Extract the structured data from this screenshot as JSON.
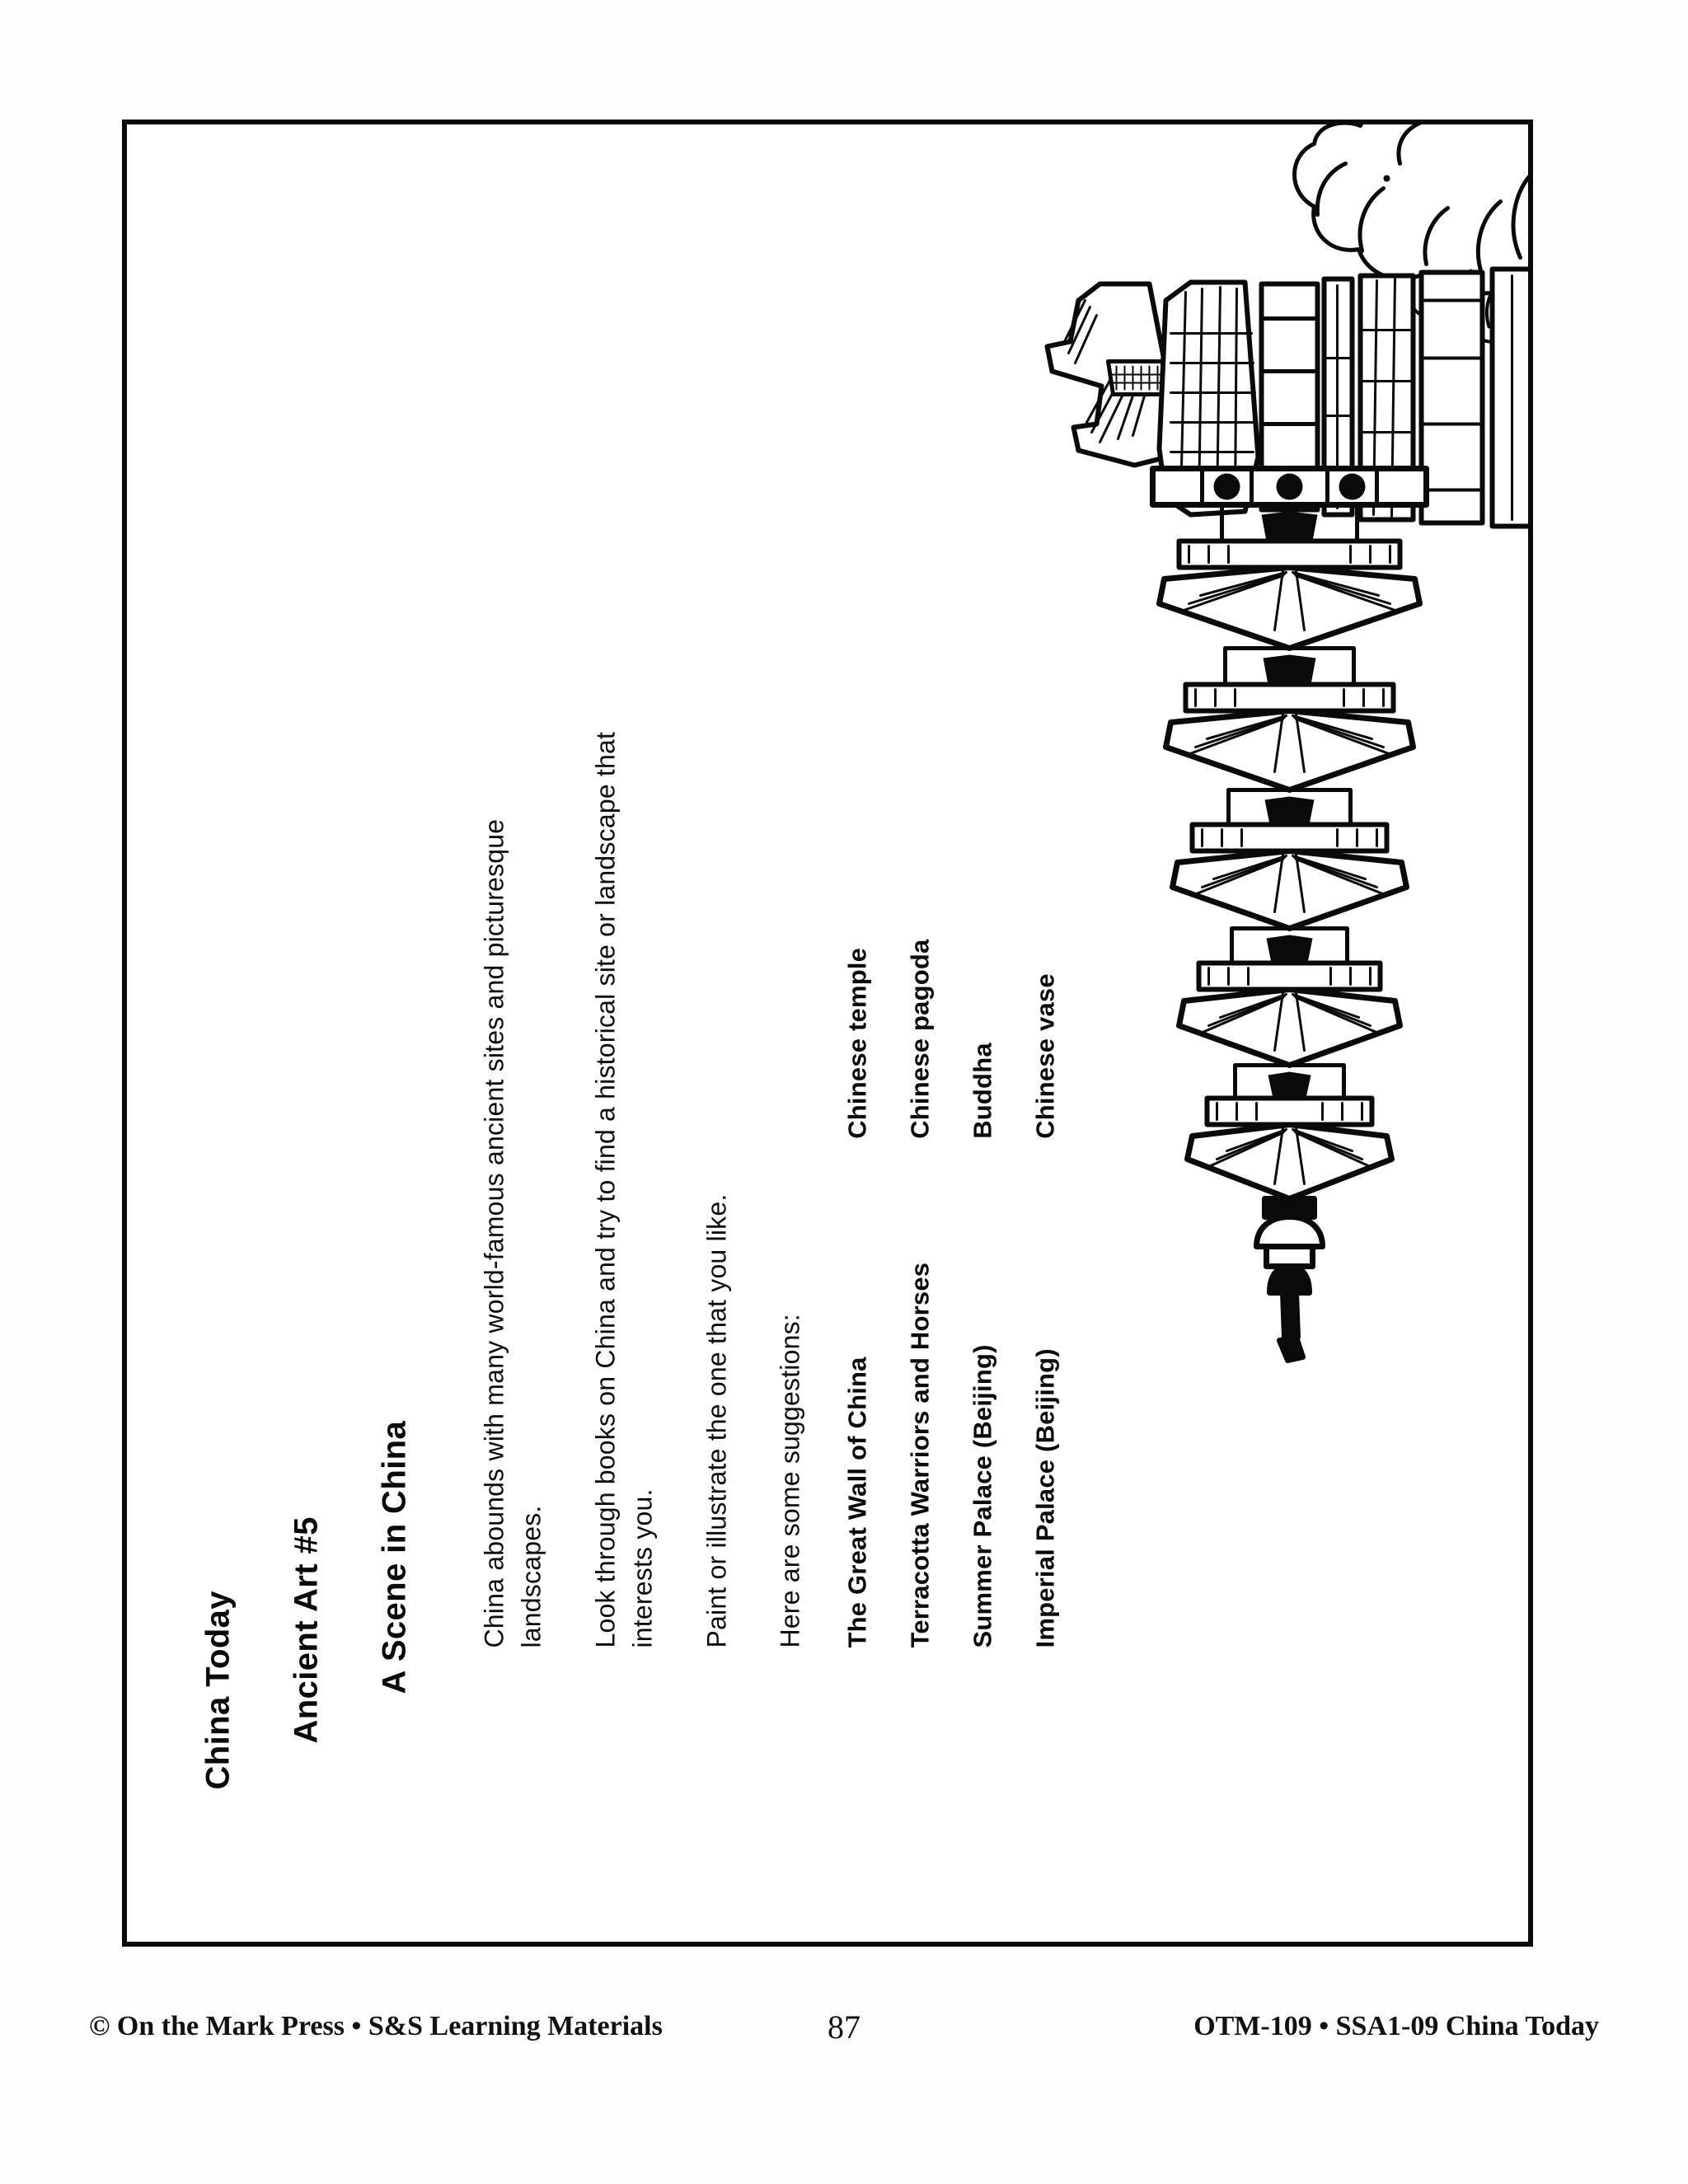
{
  "page": {
    "unit_title": "China Today",
    "activity_number": "Ancient Art #5",
    "activity_title": "A Scene in China"
  },
  "instructions": {
    "paragraph_1": "China abounds with many world-famous ancient sites and picturesque landscapes.",
    "paragraph_2": "Look through books on China and try to find a historical site or landscape that interests you.",
    "paragraph_3": "Paint or illustrate the one that you like.",
    "lead_in": "Here are some suggestions:"
  },
  "suggestions": {
    "column_left": [
      "The Great Wall of China",
      "Terracotta Warriors and Horses",
      "Summer Palace (Beijing)",
      "Imperial Palace (Beijing)"
    ],
    "column_right": [
      "Chinese temple",
      "Chinese pagoda",
      "Buddha",
      "Chinese vase"
    ]
  },
  "illustration": {
    "caption": "line drawing of a multi-tiered Chinese pagoda with temple hall and trees"
  },
  "footer": {
    "left": "© On the Mark Press • S&S Learning Materials",
    "page_number": "87",
    "right": "OTM-109 • SSA1-09 China Today"
  },
  "colors": {
    "ink": "#0a0a0a",
    "paper": "#ffffff"
  }
}
